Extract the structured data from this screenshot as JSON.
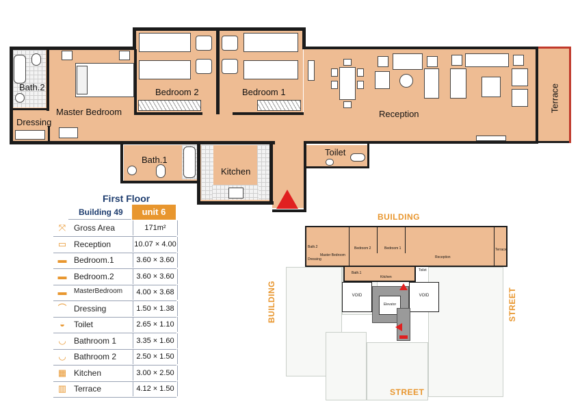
{
  "floor_plan": {
    "rooms": {
      "bath2": "Bath.2",
      "master_bedroom": "Master Bedroom",
      "dressing": "Dressing",
      "bedroom2": "Bedroom 2",
      "bedroom1": "Bedroom 1",
      "reception": "Reception",
      "terrace": "Terrace",
      "bath1": "Bath.1",
      "kitchen": "Kitchen",
      "toilet": "Toilet"
    },
    "colors": {
      "floor": "#eebc93",
      "wall": "#1b1b1b",
      "entrance_marker": "#e02020"
    }
  },
  "unit_table": {
    "floor": "First Floor",
    "building": "Building 49",
    "unit": "unit 6",
    "accent": "#e8962e",
    "rows": [
      {
        "icon": "area-icon",
        "label": "Gross Area",
        "value": "171m²"
      },
      {
        "icon": "sofa-icon",
        "label": "Reception",
        "value": "10.07 × 4.00"
      },
      {
        "icon": "bed-icon",
        "label": "Bedroom.1",
        "value": "3.60 × 3.60"
      },
      {
        "icon": "bed-icon",
        "label": "Bedroom.2",
        "value": "3.60 × 3.60"
      },
      {
        "icon": "bed-icon",
        "label": "MasterBedroom",
        "value": "4.00 × 3.68"
      },
      {
        "icon": "hanger-icon",
        "label": "Dressing",
        "value": "1.50 × 1.38"
      },
      {
        "icon": "toilet-icon",
        "label": "Toilet",
        "value": "2.65 × 1.10"
      },
      {
        "icon": "bathtub-icon",
        "label": "Bathroom 1",
        "value": "3.35 × 1.60"
      },
      {
        "icon": "bathtub-icon",
        "label": "Bathroom 2",
        "value": "2.50 × 1.50"
      },
      {
        "icon": "kitchen-icon",
        "label": "Kitchen",
        "value": "3.00 × 2.50"
      },
      {
        "icon": "terrace-icon",
        "label": "Terrace",
        "value": "4.12 × 1.50"
      }
    ]
  },
  "key_plan": {
    "building_top": "BUILDING",
    "building_left": "BUILDING",
    "street_right": "STREET",
    "street_bottom": "STREET",
    "void_left": "VOID",
    "void_right": "VOID",
    "elevator": "Elevator",
    "mini_labels": {
      "bath2": "Bath.2",
      "master": "Master Bedroom",
      "dressing": "Dressing",
      "bedroom2": "Bedroom 2",
      "bedroom1": "Bedroom 1",
      "reception": "Reception",
      "terrace": "Terrace",
      "bath1": "Bath.1",
      "kitchen": "Kitchen",
      "toilet": "Toilet"
    }
  }
}
